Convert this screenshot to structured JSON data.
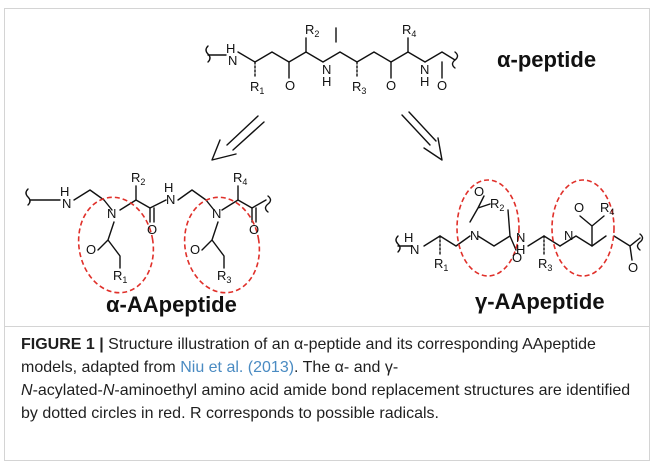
{
  "figure": {
    "labels": {
      "alpha_peptide": "α-peptide",
      "alpha_aapeptide": "α-AApeptide",
      "gamma_aapeptide": "γ-AApeptide"
    },
    "caption": {
      "label": "FIGURE 1 |",
      "text_1": " Structure illustration of an α-peptide and its corresponding AApeptide models, adapted from ",
      "link": "Niu et al. (2013)",
      "text_2": ". The α- and γ-",
      "italic_1": "N",
      "text_3": "-acylated-",
      "italic_2": "N",
      "text_4": "-aminoethyl amino acid amide bond replacement structures are identified by dotted circles in red. R corresponds to possible radicals."
    },
    "colors": {
      "highlight": "#e0302a",
      "link": "#4a8bc2",
      "border": "#d4d4d4"
    }
  }
}
